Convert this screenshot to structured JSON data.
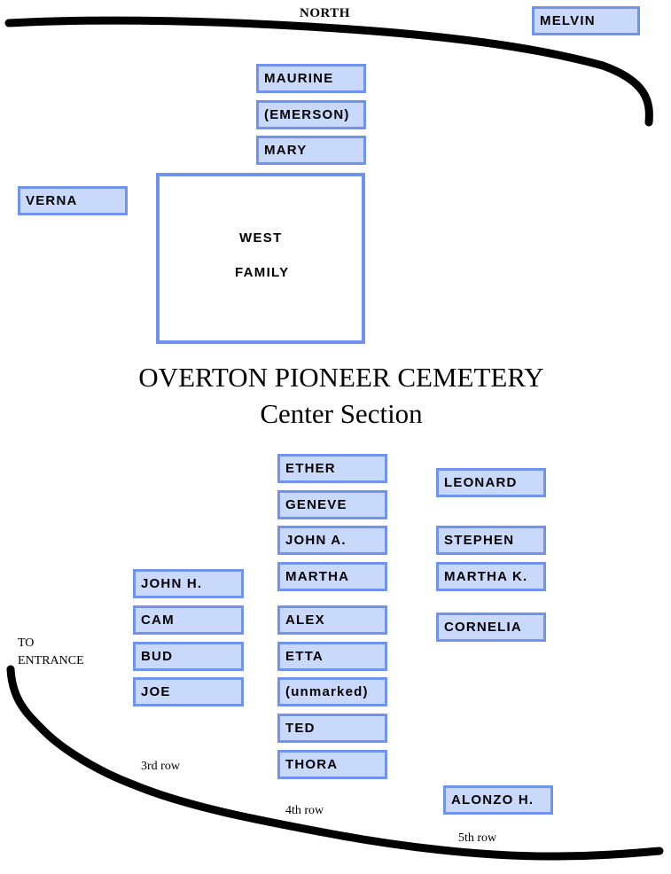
{
  "compass_label": "NORTH",
  "title": "OVERTON PIONEER CEMETERY",
  "subtitle": "Center Section",
  "family_plot": {
    "line1": "WEST",
    "line2": "FAMILY"
  },
  "entrance": {
    "line1": "TO",
    "line2": "ENTRANCE"
  },
  "row_labels": {
    "row3": "3rd row",
    "row4": "4th row",
    "row5": "5th row"
  },
  "graves": {
    "melvin": "MELVIN",
    "maurine": "MAURINE",
    "emerson": "(EMERSON)",
    "mary": "MARY",
    "verna": "VERNA",
    "ether": "ETHER",
    "geneve": "GENEVE",
    "john_a": "JOHN A.",
    "martha": "MARTHA",
    "alex": "ALEX",
    "etta": "ETTA",
    "unmarked": "(unmarked)",
    "ted": "TED",
    "thora": "THORA",
    "john_h": "JOHN H.",
    "cam": "CAM",
    "bud": "BUD",
    "joe": "JOE",
    "leonard": "LEONARD",
    "stephen": "STEPHEN",
    "martha_k": "MARTHA K.",
    "cornelia": "CORNELIA",
    "alonzo_h": "ALONZO H."
  },
  "colors": {
    "plot_fill": "#c9d9fb",
    "plot_border": "#6f93ee",
    "boundary_line": "#000000"
  }
}
